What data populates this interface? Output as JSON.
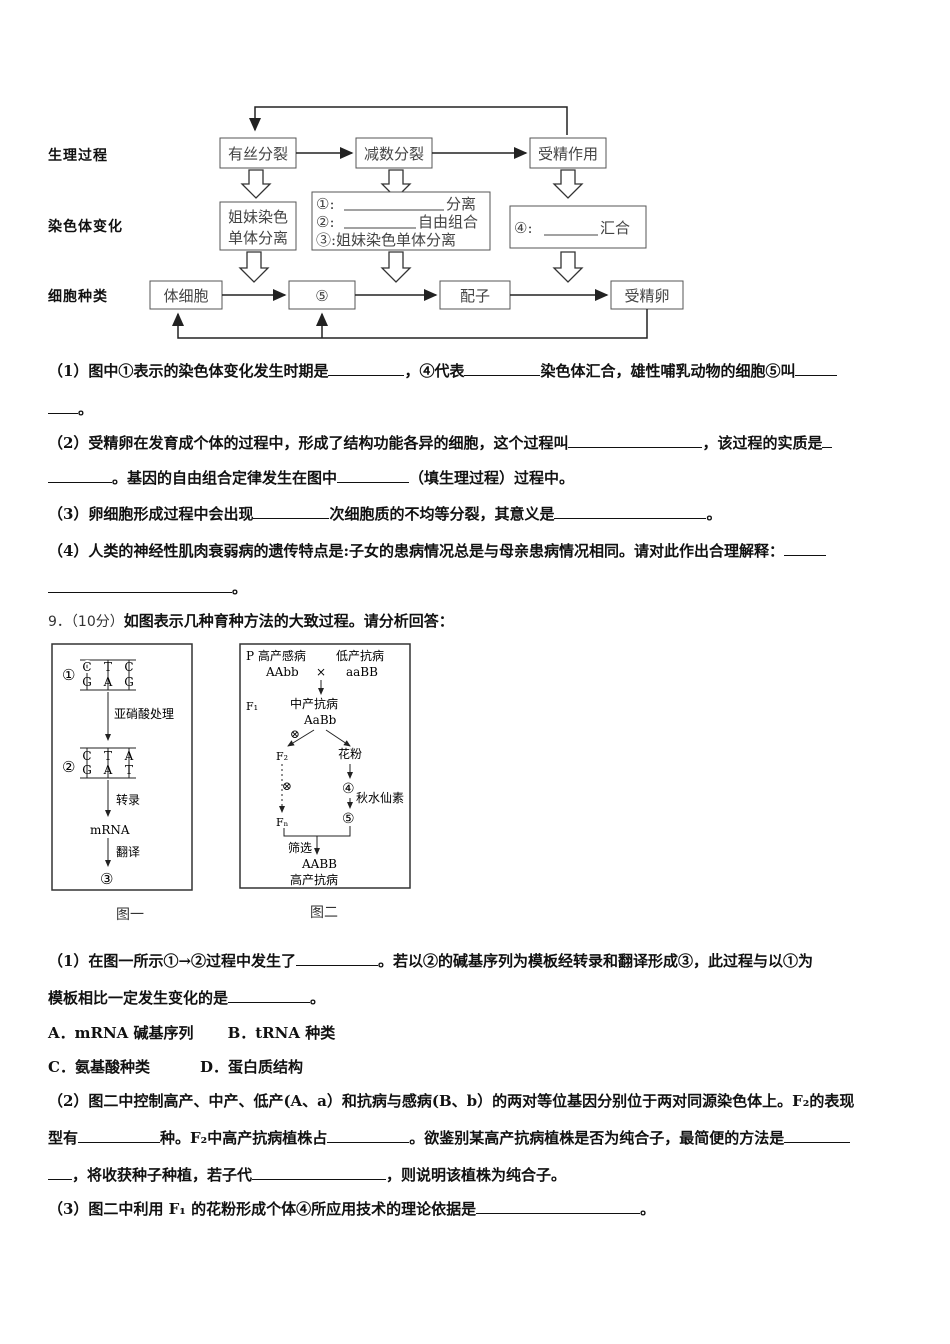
{
  "flow": {
    "rows": {
      "process": "生理过程",
      "chromosome": "染色体变化",
      "cells": "细胞种类"
    },
    "process_boxes": [
      "有丝分裂",
      "减数分裂",
      "受精作用"
    ],
    "change_box1": [
      "姐妹染色",
      "单体分离"
    ],
    "change_box2": [
      "①:",
      "分离",
      "②:",
      "自由组合",
      "③:姐妹染色单体分离"
    ],
    "change_box3": [
      "④:",
      "汇合"
    ],
    "cell_boxes": [
      "体细胞",
      "⑤",
      "配子",
      "受精卵"
    ]
  },
  "q8": {
    "p1a": "（1）图中①表示的染色体变化发生时期是",
    "p1b": "，④代表",
    "p1c": "染色体汇合，雄性哺乳动物的细胞⑤叫",
    "p1d": "。",
    "p2a": "（2）受精卵在发育成个体的过程中，形成了结构功能各异的细胞，这个过程叫",
    "p2b": "，该过程的实质是",
    "p2c": "。基因的自由组合定律发生在图中",
    "p2d": "（填生理过程）过程中。",
    "p3a": "（3）卵细胞形成过程中会出现",
    "p3b": "次细胞质的不均等分裂，其意义是",
    "p3c": "。",
    "p4a": "（4）人类的神经性肌肉衰弱病的遗传特点是:子女的患病情况总是与母亲患病情况相同。请对此作出合理解释：",
    "p4b": "。"
  },
  "q9": {
    "number": "9．（10分）",
    "title": "如图表示几种育种方法的大致过程。请分析回答：",
    "fig1": {
      "row1_label": "①",
      "top1": [
        "C",
        "T",
        "C"
      ],
      "bottom1": [
        "G",
        "A",
        "G"
      ],
      "step1": "亚硝酸处理",
      "row2_label": "②",
      "top2": [
        "C",
        "T",
        "A"
      ],
      "bottom2": [
        "G",
        "A",
        "T"
      ],
      "step2": "转录",
      "mrna": "mRNA",
      "step3": "翻译",
      "end": "③",
      "caption": "图一"
    },
    "fig2": {
      "p_label": "P 高产感病",
      "p_right": "低产抗病",
      "geno_left": "AAbb",
      "cross": "×",
      "geno_right": "aaBB",
      "f1_label": "F₁",
      "f1_pheno": "中产抗病",
      "f1_geno": "AaBb",
      "self1": "⊗",
      "pollen": "花粉",
      "f2": "F₂",
      "self2": "⊗",
      "step4": "④",
      "colchicine": "秋水仙素",
      "fn": "Fₙ",
      "step5": "⑤",
      "screen": "筛选",
      "result_geno": "AABB",
      "result_pheno": "高产抗病",
      "caption": "图二"
    },
    "p1a": "（1）在图一所示①→②过程中发生了",
    "p1b": "。若以②的碱基序列为模板经转录和翻译形成③，此过程与以①为",
    "p1c": "模板相比一定发生变化的是",
    "p1d": "。",
    "optA": "A．mRNA 碱基序列",
    "optB": "B．tRNA 种类",
    "optC": "C．氨基酸种类",
    "optD": "D．蛋白质结构",
    "p2a": "（2）图二中控制高产、中产、低产(A、a）和抗病与感病(B、b）的两对等位基因分别位于两对同源染色体上。F₂的表现",
    "p2b": "型有",
    "p2c": "种。F₂中高产抗病植株占",
    "p2d": "。欲鉴别某高产抗病植株是否为纯合子，最简便的方法是",
    "p2e": "，将收获种子种植，若子代",
    "p2f": "，则说明该植株为纯合子。",
    "p3a": "（3）图二中利用 F₁ 的花粉形成个体④所应用技术的理论依据是",
    "p3b": "。"
  }
}
